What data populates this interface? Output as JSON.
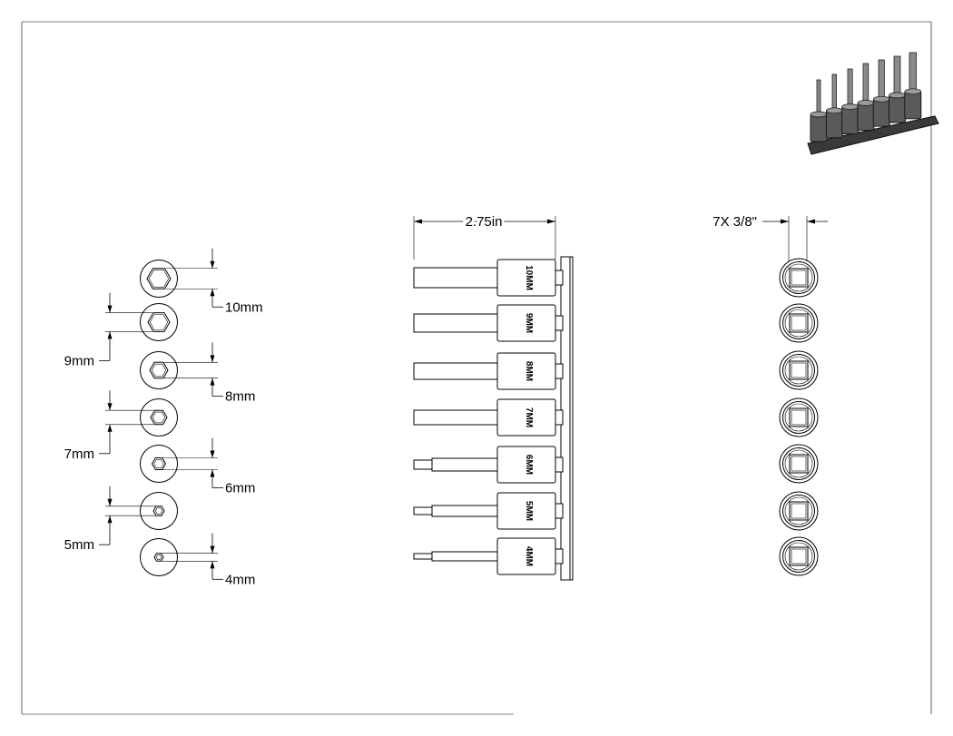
{
  "dimensions": {
    "length": "2.75in",
    "drive": "7X 3/8\""
  },
  "sockets": [
    {
      "size": "10mm",
      "side_text": "10MM"
    },
    {
      "size": "9mm",
      "side_text": "9MM"
    },
    {
      "size": "8mm",
      "side_text": "8MM"
    },
    {
      "size": "7mm",
      "side_text": "7MM"
    },
    {
      "size": "6mm",
      "side_text": "6MM"
    },
    {
      "size": "5mm",
      "side_text": "5MM"
    },
    {
      "size": "4mm",
      "side_text": "4MM"
    }
  ]
}
